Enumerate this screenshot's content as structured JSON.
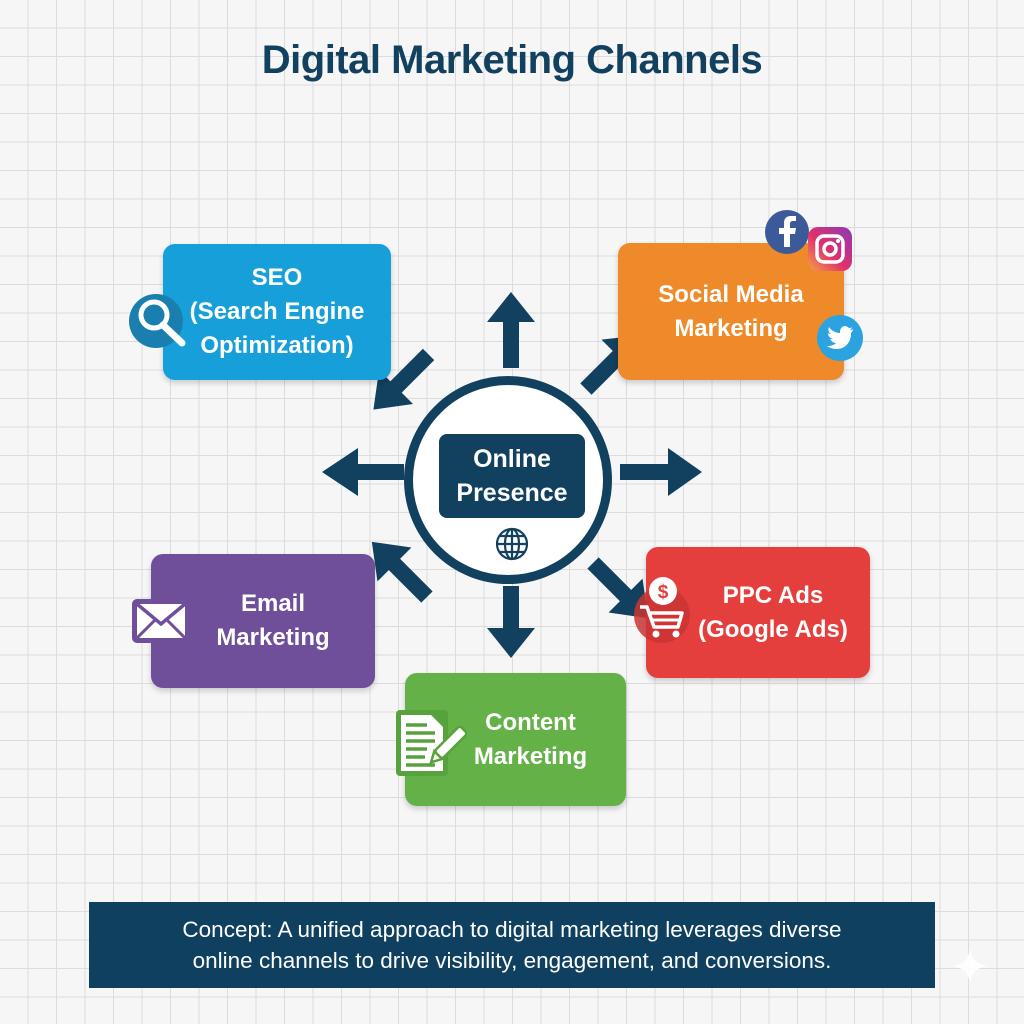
{
  "title": "Digital Marketing Channels",
  "hub": {
    "label_line1": "Online",
    "label_line2": "Presence",
    "icon": "globe-icon"
  },
  "channels": [
    {
      "id": "seo",
      "lines": [
        "SEO",
        "(Search Engine",
        "Optimization)"
      ],
      "icon": "magnifier-icon",
      "color": "#179fd9"
    },
    {
      "id": "social",
      "lines": [
        "Social Media",
        "Marketing"
      ],
      "icons": [
        "facebook-icon",
        "instagram-icon",
        "twitter-icon"
      ],
      "color": "#ef8a2a"
    },
    {
      "id": "email",
      "lines": [
        "Email",
        "Marketing"
      ],
      "icon": "envelope-icon",
      "color": "#6f4e9a"
    },
    {
      "id": "ppc",
      "lines": [
        "PPC Ads",
        "(Google Ads)"
      ],
      "icon": "shopping-cart-dollar-icon",
      "color": "#e43f3d"
    },
    {
      "id": "content",
      "lines": [
        "Content",
        "Marketing"
      ],
      "icon": "document-pencil-icon",
      "color": "#64b148"
    }
  ],
  "summary": {
    "line1": "Concept: A unified approach to digital marketing leverages diverse",
    "line2": "online channels to drive visibility, engagement, and conversions."
  },
  "colors": {
    "navy": "#12405f",
    "background": "#f6f6f6",
    "grid": "#dcdcdc"
  }
}
